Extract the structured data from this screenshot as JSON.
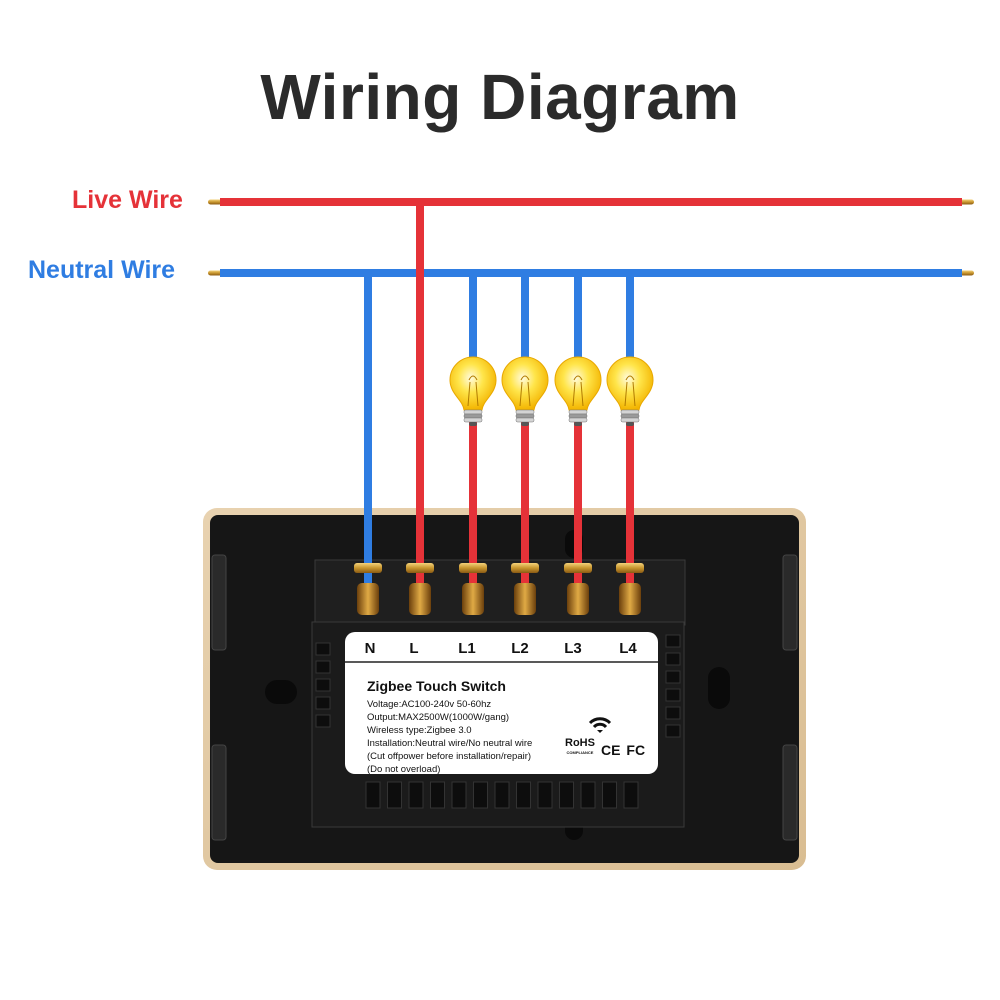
{
  "title": "Wiring Diagram",
  "wires": {
    "live": {
      "label": "Live Wire",
      "color": "#e53238"
    },
    "neutral": {
      "label": "Neutral Wire",
      "color": "#2f7de2"
    }
  },
  "device": {
    "terminals": [
      "N",
      "L",
      "L1",
      "L2",
      "L3",
      "L4"
    ],
    "label_title": "Zigbee Touch Switch",
    "spec_lines": [
      "Voltage:AC100-240v 50-60hz",
      "Output:MAX2500W(1000W/gang)",
      "Wireless type:Zigbee 3.0",
      "Installation:Neutral wire/No neutral wire",
      "(Cut offpower before installation/repair)",
      "(Do not overload)"
    ],
    "certifications": {
      "rohs": "RoHS",
      "rohs_sub": "COMPLIANCE",
      "ce": "CE",
      "fc": "FC"
    },
    "wireless_icon": "wifi-icon"
  },
  "bulbs": [
    {
      "gang": "L1",
      "icon": "light-bulb-icon"
    },
    {
      "gang": "L2",
      "icon": "light-bulb-icon"
    },
    {
      "gang": "L3",
      "icon": "light-bulb-icon"
    },
    {
      "gang": "L4",
      "icon": "light-bulb-icon"
    }
  ]
}
